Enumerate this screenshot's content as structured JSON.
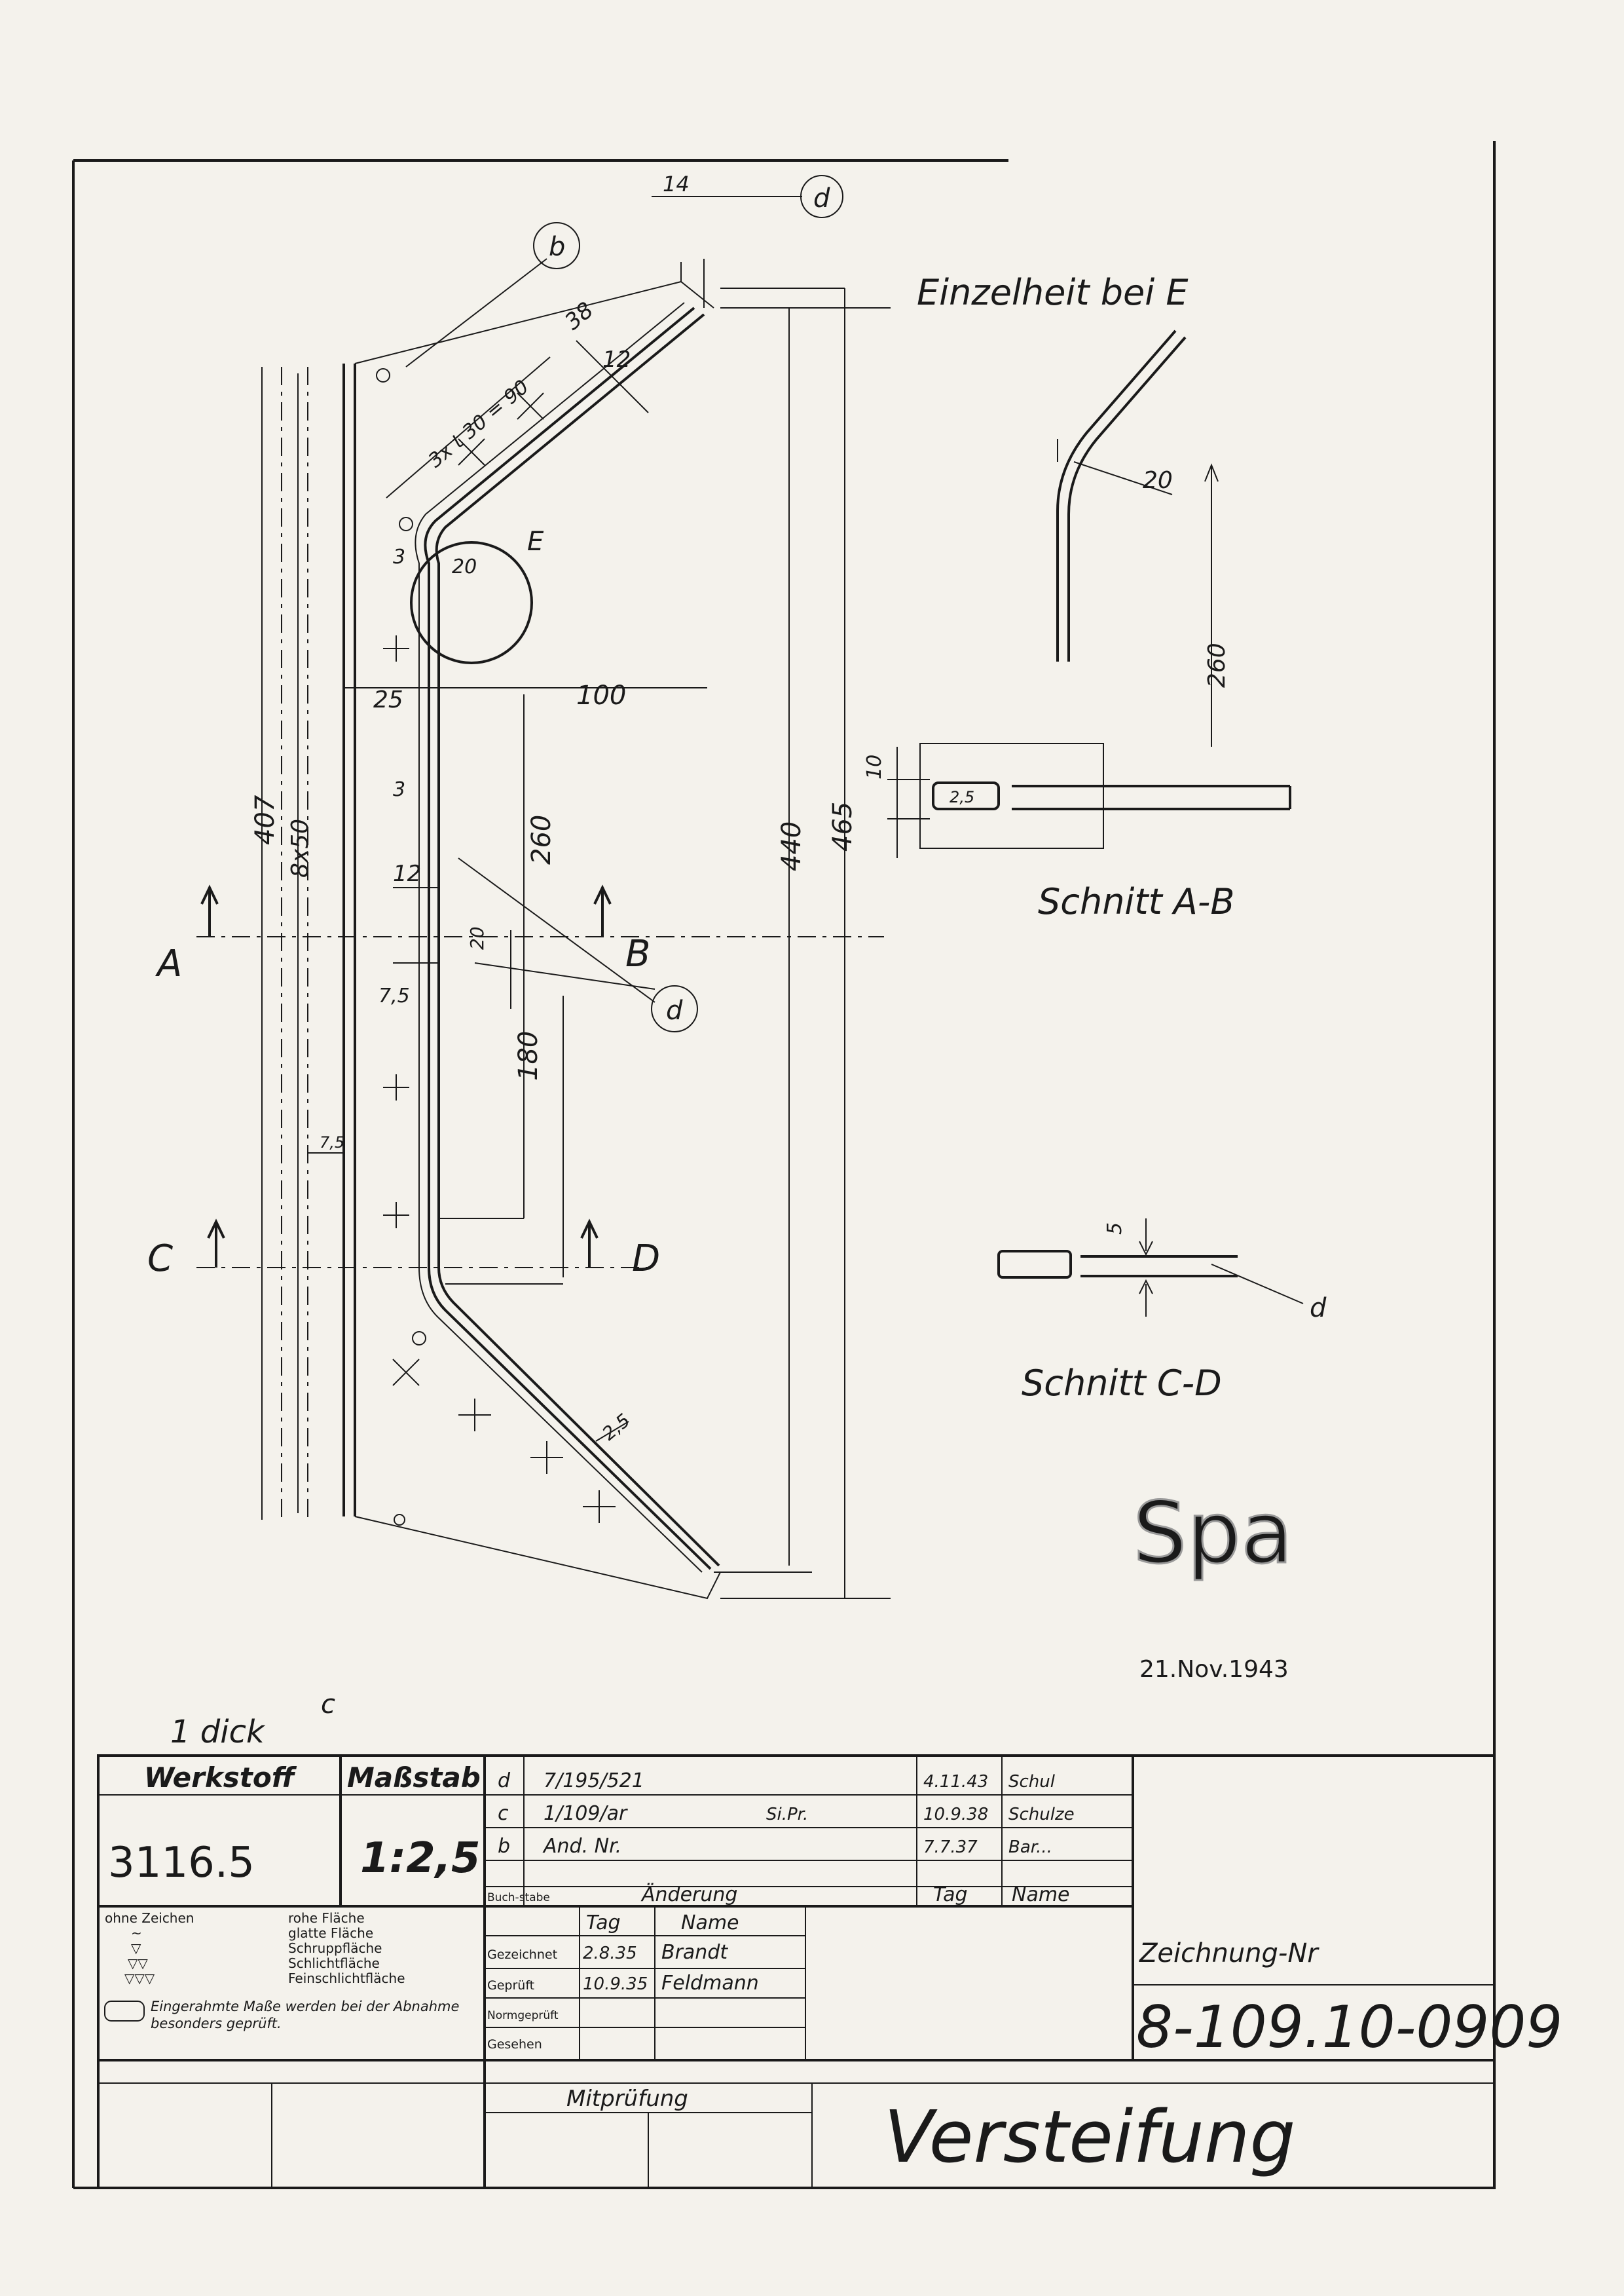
{
  "drawing": {
    "title": "Versteifung",
    "detail_label": "Einzelheit bei E",
    "section_ab_label": "Schnitt A-B",
    "section_cd_label": "Schnitt C-D",
    "stamp_date": "21.Nov.1943",
    "watermark": "Spa",
    "thickness_note": "1 dick",
    "section_markers": [
      "A",
      "B",
      "C",
      "D",
      "E"
    ],
    "revision_bubbles": [
      "b",
      "d",
      "d",
      "d",
      "c"
    ]
  },
  "dimensions": {
    "top": "14",
    "angled_38": "38",
    "pitch": "3x t 30 = 90",
    "wall_12_top": "12",
    "small_3_top": "3",
    "radius_20": "20",
    "left_25": "25",
    "top_100": "100",
    "small_3_mid": "3",
    "v_407": "407",
    "v_8x50": "8x50",
    "v_260": "260",
    "v_440": "440",
    "v_465": "465",
    "h_12": "12",
    "v_20": "20",
    "h_7_5_mid": "7,5",
    "v_180": "180",
    "h_7_5_low": "7,5",
    "thick_2_5": "2,5",
    "detail_20": "20",
    "detail_260": "260",
    "sec_ab_10": "10",
    "sec_ab_2_5": "2,5",
    "sec_cd_5": "5"
  },
  "titleblock": {
    "material_header": "Werkstoff",
    "material_value": "3116.5",
    "scale_header": "Maßstab",
    "scale_value": "1:2,5",
    "revisions": [
      {
        "letter": "d",
        "change": "7/195/521",
        "date": "4.11.43",
        "name": "Schul"
      },
      {
        "letter": "c",
        "change": "1/109/ar",
        "extra": "Si.Pr.",
        "date": "10.9.38",
        "name": "Schulze"
      },
      {
        "letter": "b",
        "change": "And. Nr.",
        "date": "7.7.37",
        "name": "Bar..."
      }
    ],
    "rev_col_letter": "Buch-stabe",
    "rev_col_change": "Änderung",
    "rev_col_date": "Tag",
    "rev_col_name": "Name",
    "surface_legend": [
      {
        "symbol": "ohne Zeichen",
        "text": "rohe Fläche"
      },
      {
        "symbol": "~",
        "text": "glatte Fläche"
      },
      {
        "symbol": "▽",
        "text": "Schruppfläche"
      },
      {
        "symbol": "▽▽",
        "text": "Schlichtfläche"
      },
      {
        "symbol": "▽▽▽",
        "text": "Feinschlichtfläche"
      }
    ],
    "inspection_note": "Eingerahmte Maße werden bei der Abnahme besonders geprüft.",
    "sign_header_date": "Tag",
    "sign_header_name": "Name",
    "signatures": [
      {
        "role": "Gezeichnet",
        "date": "2.8.35",
        "name": "Brandt"
      },
      {
        "role": "Geprüft",
        "date": "10.9.35",
        "name": "Feldmann"
      },
      {
        "role": "Normgeprüft",
        "date": "",
        "name": ""
      },
      {
        "role": "Gesehen",
        "date": "",
        "name": ""
      }
    ],
    "drawing_no_label": "Zeichnung-Nr",
    "drawing_no": "8-109.10-0909",
    "mitpruefung": "Mitprüfung"
  }
}
